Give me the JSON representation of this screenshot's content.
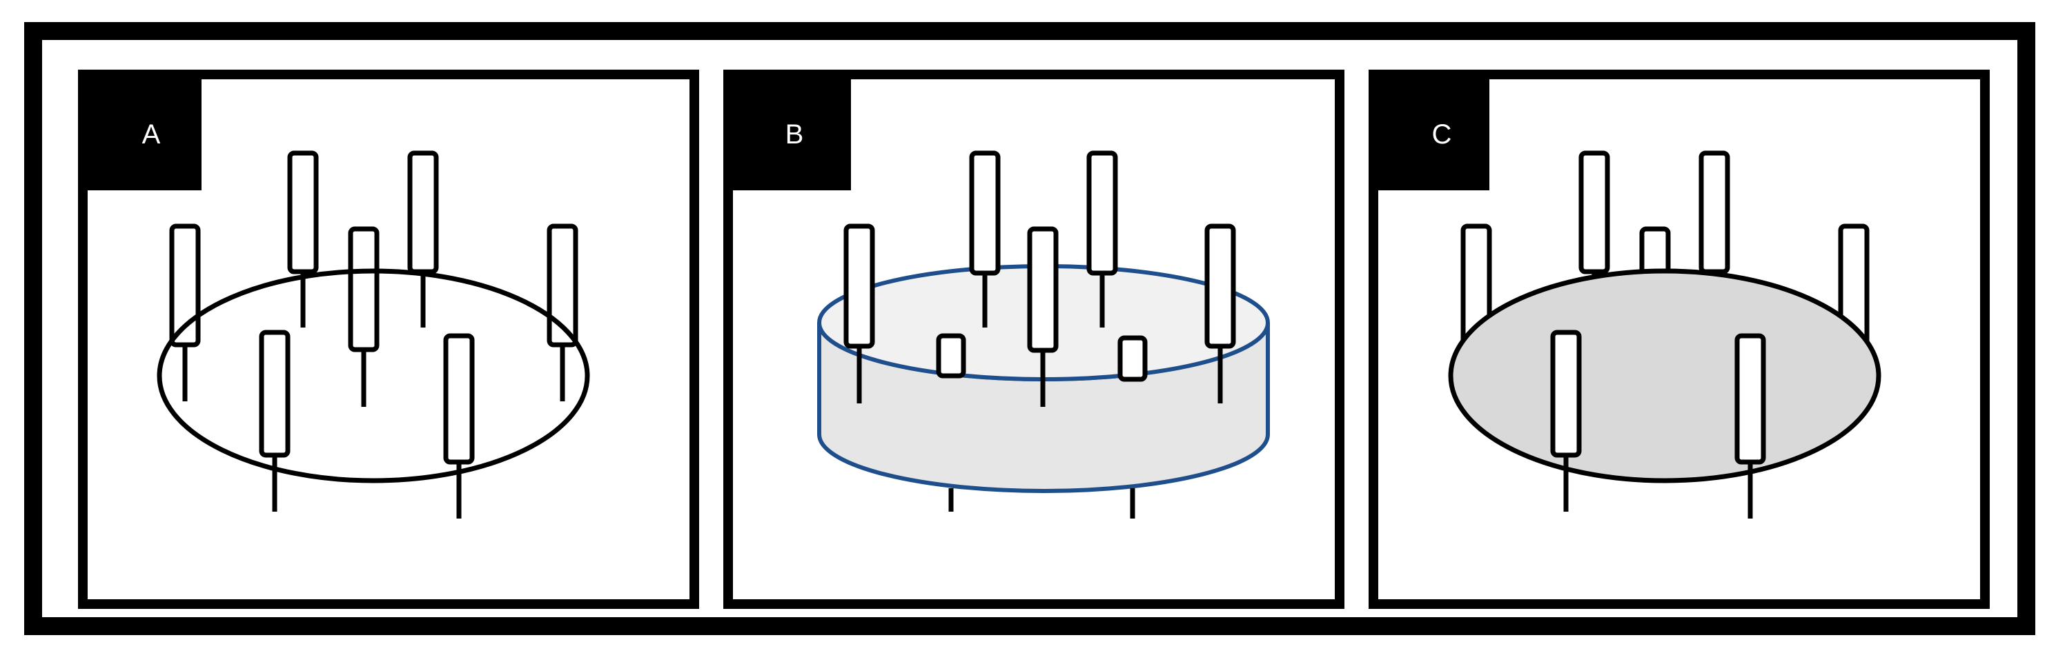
{
  "figure": {
    "panels": [
      {
        "label": "A",
        "style": "outline",
        "ellipse_fill": "#ffffff",
        "stroke": "#000000"
      },
      {
        "label": "B",
        "style": "cylinder",
        "top_fill": "#f2f1f2",
        "side_fill": "#e6e6e6",
        "stroke": "#1f4e8c"
      },
      {
        "label": "C",
        "style": "filled",
        "ellipse_fill": "#d9d9d9",
        "stroke": "#000000"
      }
    ]
  },
  "colors": {
    "frame": "#000000",
    "label_box": "#000000",
    "label_text": "#ffffff",
    "background": "#ffffff"
  }
}
